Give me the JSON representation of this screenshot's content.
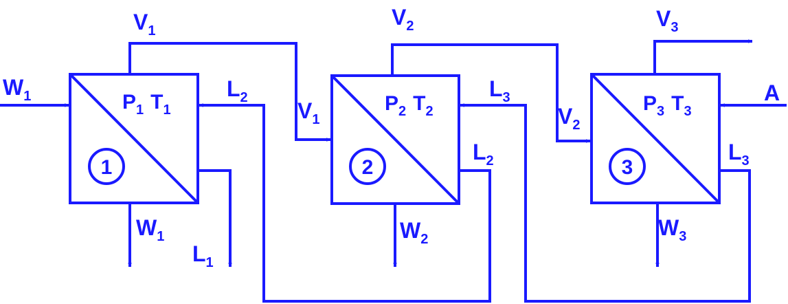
{
  "colors": {
    "line": "#1a1aff",
    "fill_dots": "#1a1aff"
  },
  "stages": [
    {
      "number": "1",
      "pressure": "P",
      "temperature": "T",
      "sub": "1"
    },
    {
      "number": "2",
      "pressure": "P",
      "temperature": "T",
      "sub": "2"
    },
    {
      "number": "3",
      "pressure": "P",
      "temperature": "T",
      "sub": "3"
    }
  ],
  "labels": {
    "w1_in": {
      "main": "W",
      "sub": "1"
    },
    "v1_top": {
      "main": "V",
      "sub": "1"
    },
    "l2_in1": {
      "main": "L",
      "sub": "2"
    },
    "v1_in2": {
      "main": "V",
      "sub": "1"
    },
    "w1_out": {
      "main": "W",
      "sub": "1"
    },
    "l1_out": {
      "main": "L",
      "sub": "1"
    },
    "v2_top": {
      "main": "V",
      "sub": "2"
    },
    "l3_in2": {
      "main": "L",
      "sub": "3"
    },
    "v2_in3": {
      "main": "V",
      "sub": "2"
    },
    "l2_out": {
      "main": "L",
      "sub": "2"
    },
    "w2_out": {
      "main": "W",
      "sub": "2"
    },
    "v3_top": {
      "main": "V",
      "sub": "3"
    },
    "a_in": {
      "main": "A"
    },
    "l3_out": {
      "main": "L",
      "sub": "3"
    },
    "w3_out": {
      "main": "W",
      "sub": "3"
    }
  }
}
